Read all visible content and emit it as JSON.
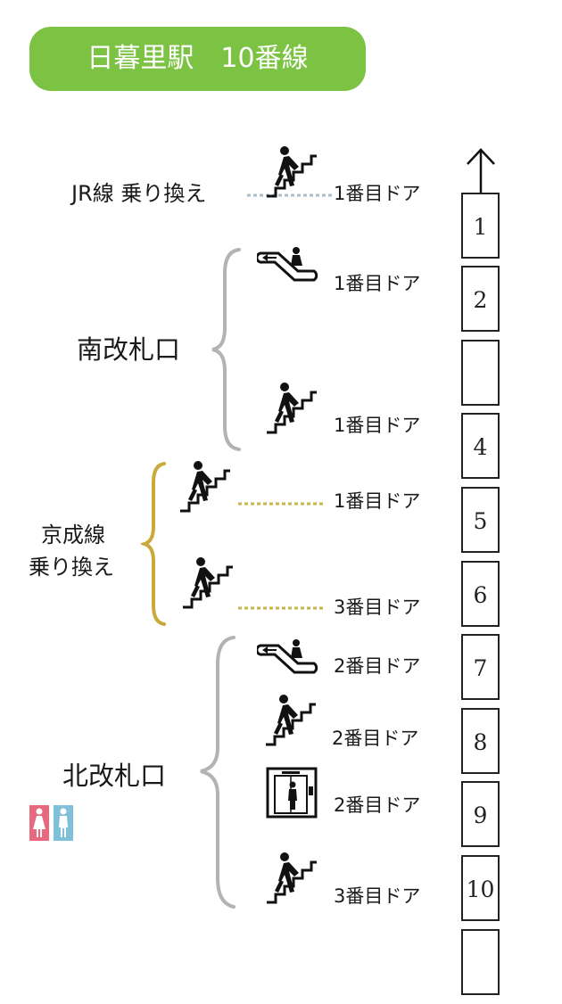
{
  "header": {
    "title": "日暮里駅　10番線",
    "color": "#7cc344"
  },
  "cars": [
    "1",
    "2",
    "",
    "4",
    "5",
    "6",
    "7",
    "8",
    "9",
    "10",
    ""
  ],
  "sections": {
    "jr": "JR線 乗り換え",
    "south": "南改札口",
    "keisei_line1": "京成線",
    "keisei_line2": "乗り換え",
    "north": "北改札口"
  },
  "doors": {
    "jr_stairs": "1番目ドア",
    "south_escalator": "1番目ドア",
    "south_stairs": "1番目ドア",
    "keisei_stairs_car5": "1番目ドア",
    "keisei_stairs_car6": "3番目ドア",
    "north_escalator": "2番目ドア",
    "north_stairs_car8": "2番目ドア",
    "north_elevator": "2番目ドア",
    "north_stairs_car10": "3番目ドア"
  },
  "icons": {
    "direction": "up-arrow-icon",
    "stairs": "stairs-icon",
    "escalator": "escalator-icon",
    "elevator": "elevator-icon",
    "restroom": "restroom-icon"
  },
  "colors": {
    "south_north_brace": "#b3b3b3",
    "keisei_brace": "#c9a93a",
    "jr_dots": "#a9bcc8",
    "keisei_dots": "#c9b44a",
    "restroom_female": "#e8687e",
    "restroom_male": "#7fc1d9"
  }
}
